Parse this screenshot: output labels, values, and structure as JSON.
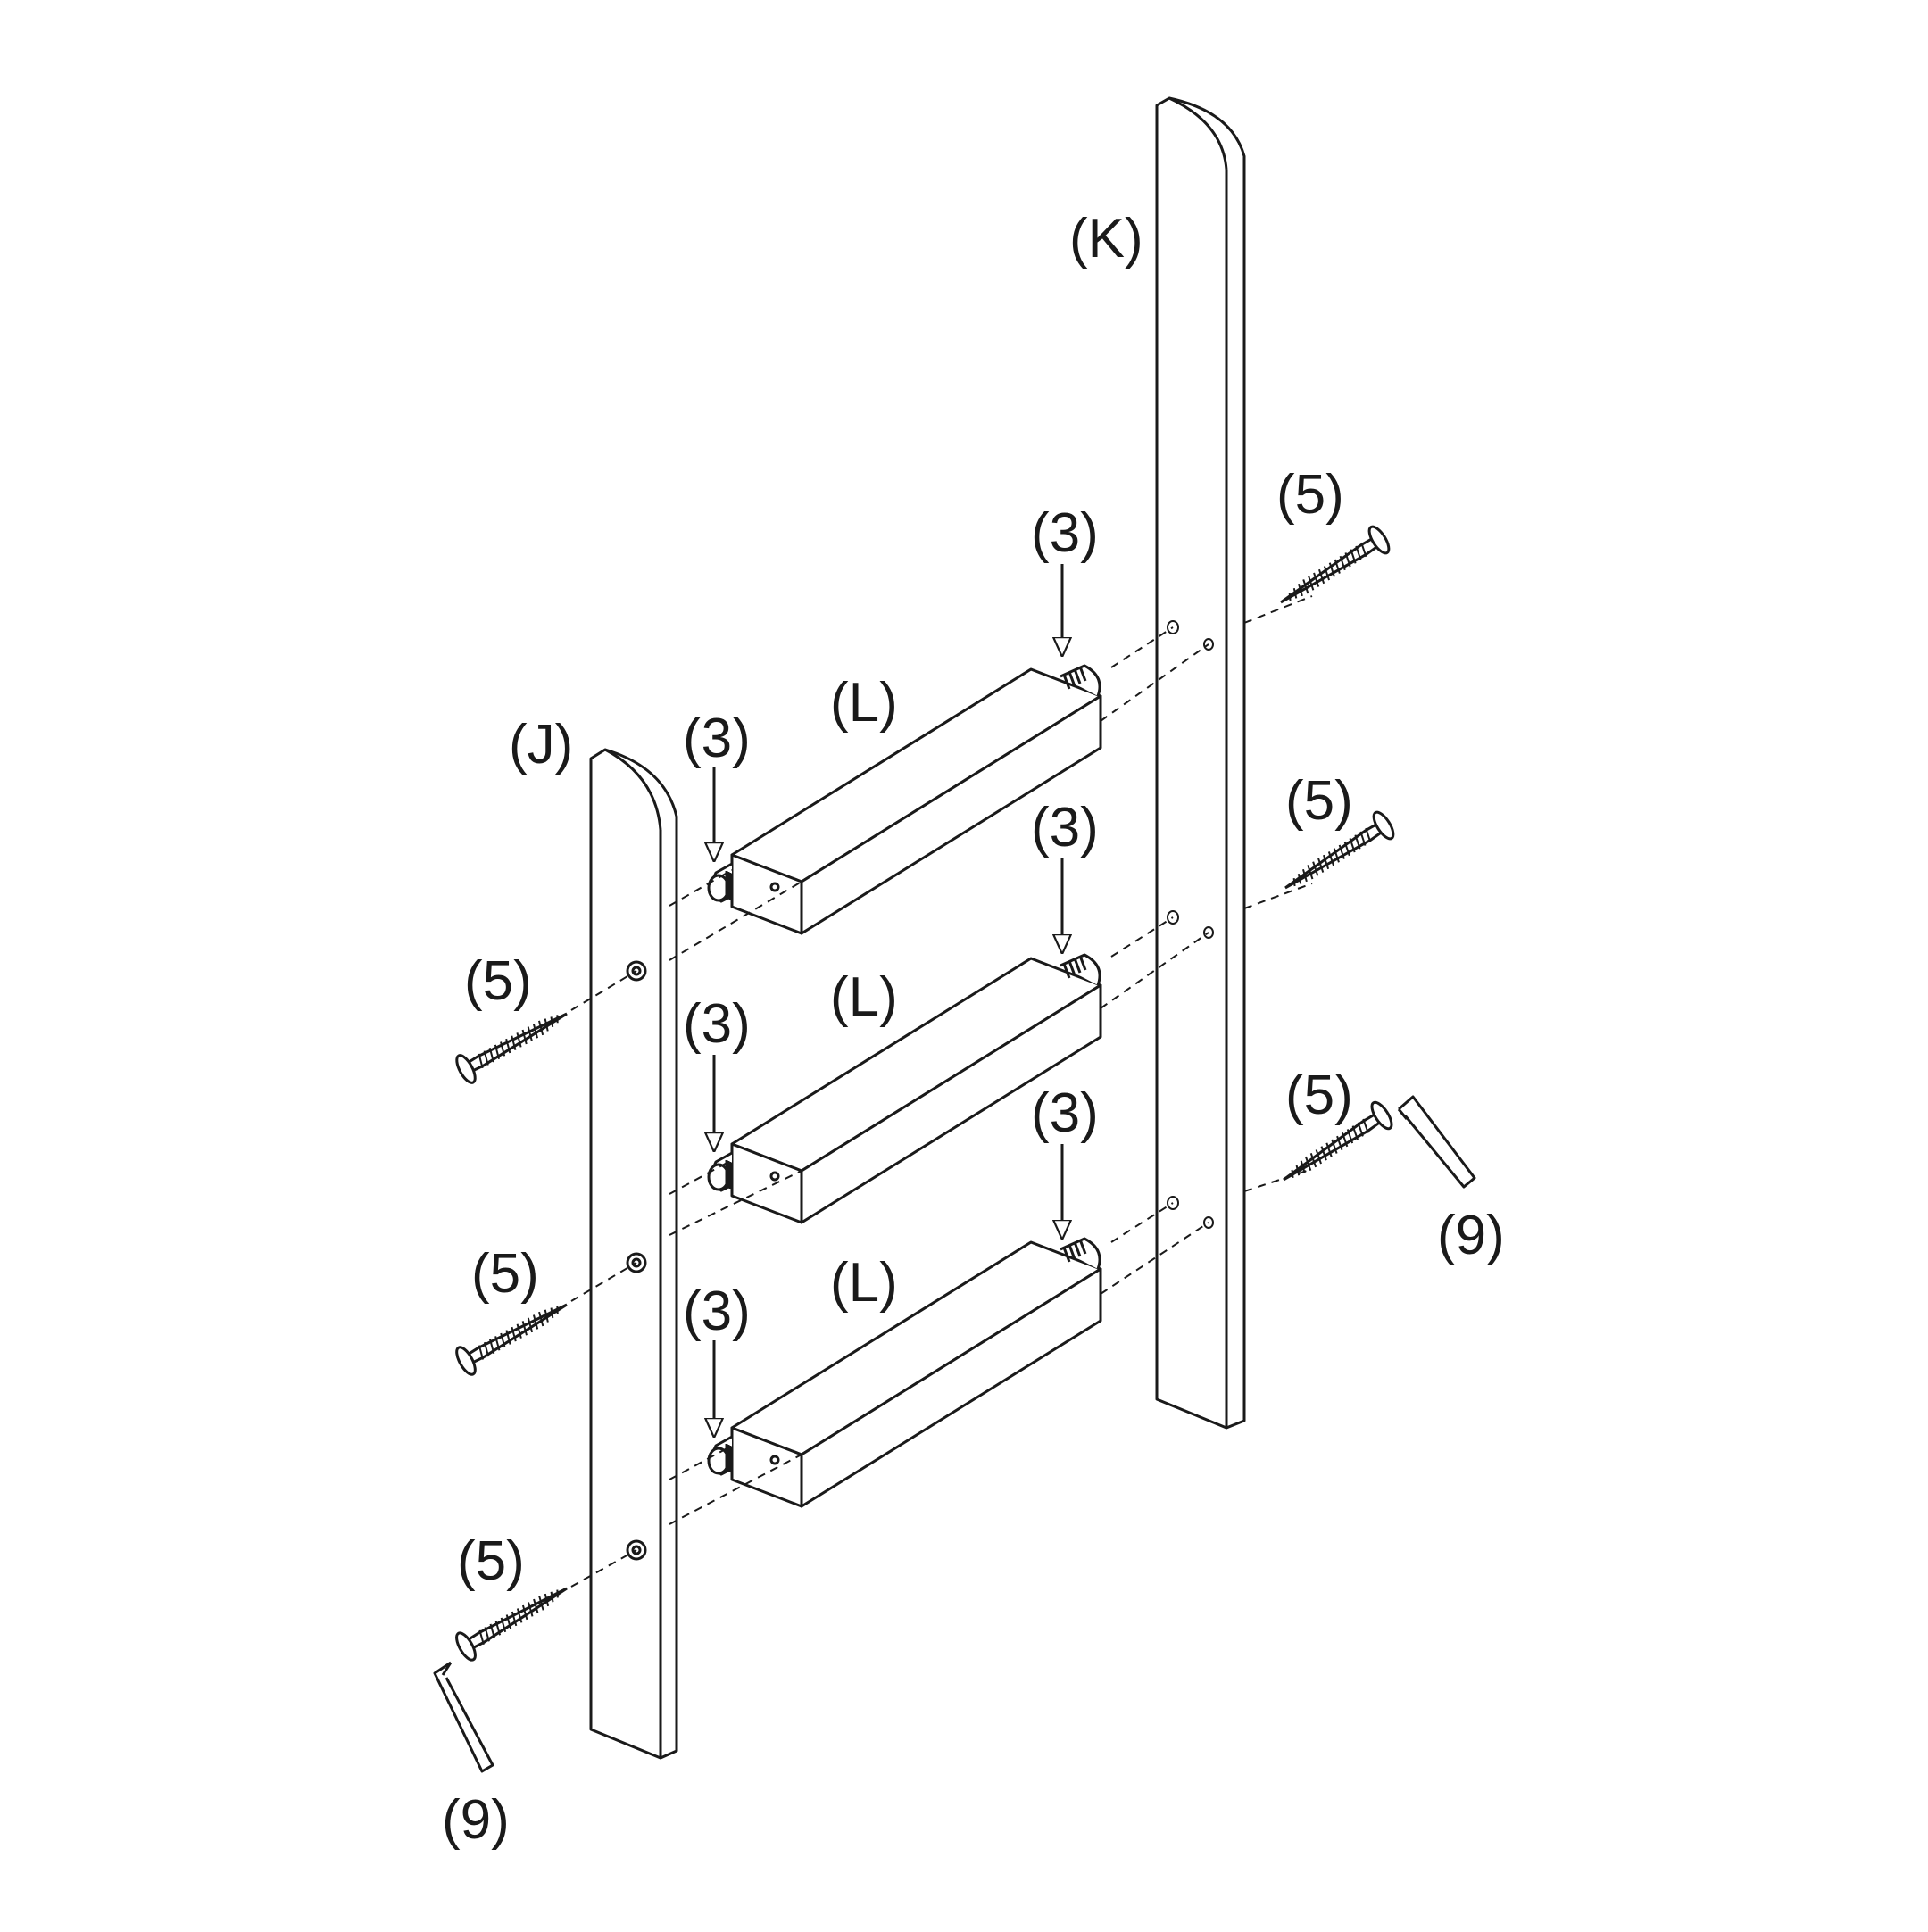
{
  "labels": {
    "side_left": "(J)",
    "side_right": "(K)",
    "rail": "(L)",
    "dowel": "(3)",
    "screw": "(5)",
    "hex_key": "(9)"
  },
  "colors": {
    "line": "#1a1a1a",
    "background": "#ffffff"
  }
}
